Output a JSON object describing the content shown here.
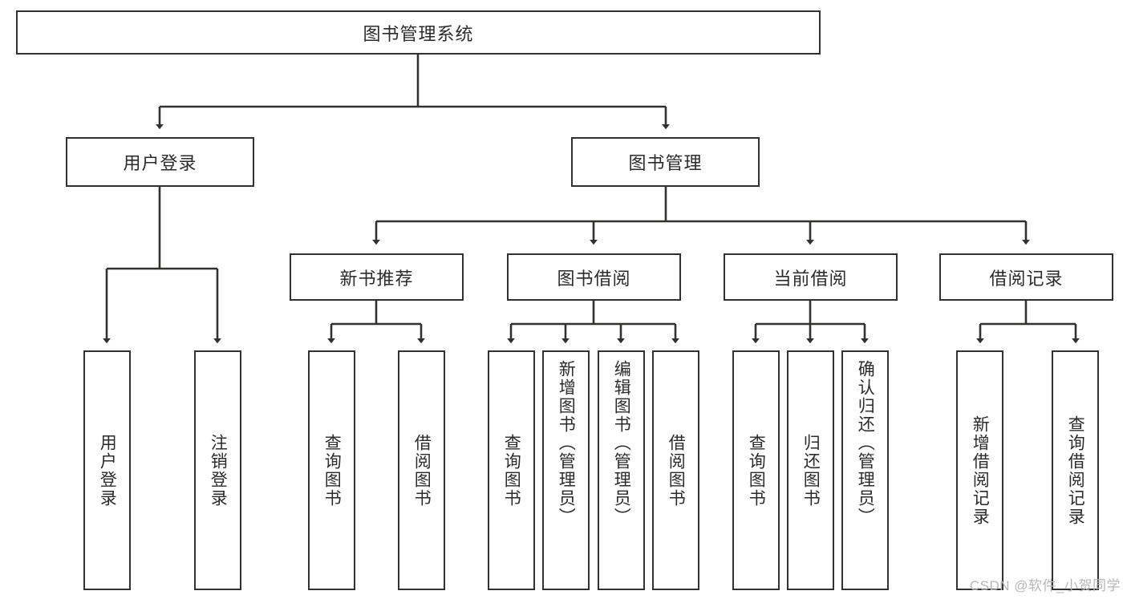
{
  "diagram": {
    "type": "tree-hierarchy",
    "title": "图书管理系统",
    "root": {
      "id": "root",
      "label": "图书管理系统",
      "orientation": "horizontal"
    },
    "level2": [
      {
        "id": "user-login",
        "label": "用户登录",
        "orientation": "horizontal"
      },
      {
        "id": "book-manage",
        "label": "图书管理",
        "orientation": "horizontal"
      }
    ],
    "level3": [
      {
        "id": "new-book-recommend",
        "label": "新书推荐",
        "orientation": "horizontal"
      },
      {
        "id": "book-borrow",
        "label": "图书借阅",
        "orientation": "horizontal"
      },
      {
        "id": "current-borrow",
        "label": "当前借阅",
        "orientation": "horizontal"
      },
      {
        "id": "borrow-record",
        "label": "借阅记录",
        "orientation": "horizontal"
      }
    ],
    "leaves": {
      "user_login": [
        {
          "id": "leaf-user-login",
          "label": "用户登录",
          "orientation": "vertical"
        },
        {
          "id": "leaf-logout-login",
          "label": "注销登录",
          "orientation": "vertical"
        }
      ],
      "new_book_recommend": [
        {
          "id": "leaf-query-book-1",
          "label": "查询图书",
          "orientation": "vertical"
        },
        {
          "id": "leaf-borrow-book-1",
          "label": "借阅图书",
          "orientation": "vertical"
        }
      ],
      "book_borrow": [
        {
          "id": "leaf-query-book-2",
          "label": "查询图书",
          "orientation": "vertical"
        },
        {
          "id": "leaf-add-book",
          "label": "新增图书（管理员）",
          "orientation": "vertical"
        },
        {
          "id": "leaf-edit-book",
          "label": "编辑图书（管理员）",
          "orientation": "vertical"
        },
        {
          "id": "leaf-borrow-book-2",
          "label": "借阅图书",
          "orientation": "vertical"
        }
      ],
      "current_borrow": [
        {
          "id": "leaf-query-book-3",
          "label": "查询图书",
          "orientation": "vertical"
        },
        {
          "id": "leaf-return-book",
          "label": "归还图书",
          "orientation": "vertical"
        },
        {
          "id": "leaf-confirm-return",
          "label": "确认归还（管理员）",
          "orientation": "vertical"
        }
      ],
      "borrow_record": [
        {
          "id": "leaf-add-record",
          "label": "新增借阅记录",
          "orientation": "vertical"
        },
        {
          "id": "leaf-query-record",
          "label": "查询借阅记录",
          "orientation": "vertical"
        }
      ]
    },
    "colors": {
      "stroke": "#31312f",
      "text": "#2b2b2b",
      "background": "#ffffff",
      "watermark": "#b7b7b7"
    }
  },
  "watermark": {
    "text": "CSDN @软件_小贺同学"
  }
}
